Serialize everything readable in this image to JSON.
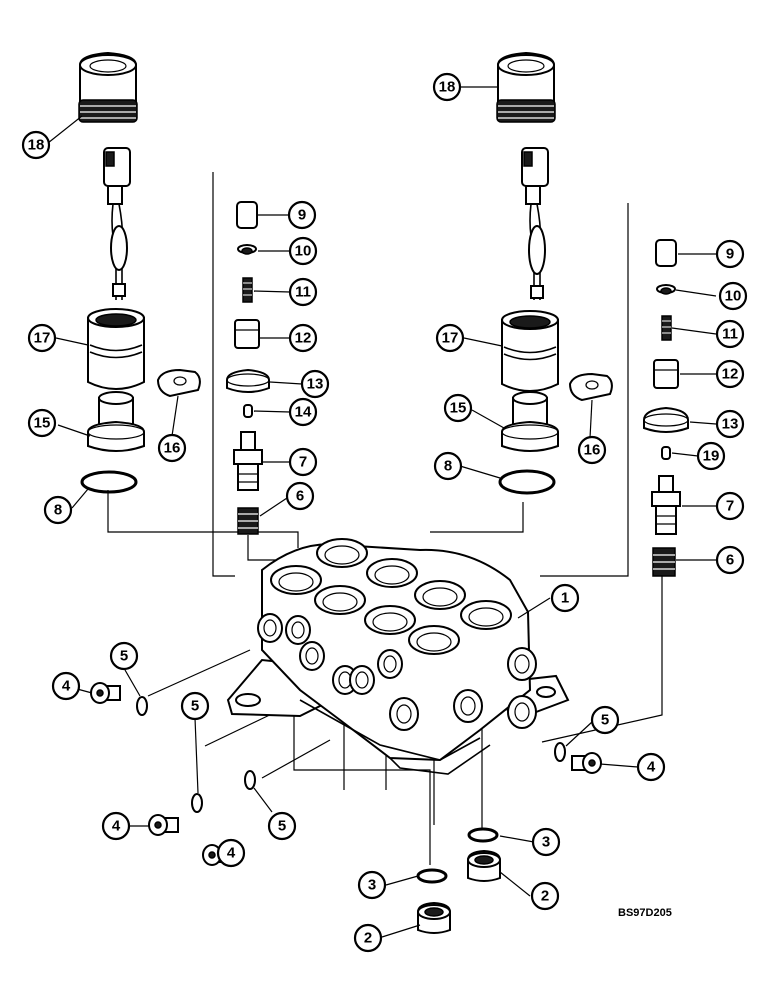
{
  "figure_code": "BS97D205",
  "callouts": {
    "c18a": "18",
    "c18b": "18",
    "c17a": "17",
    "c17b": "17",
    "c16a": "16",
    "c16b": "16",
    "c15a": "15",
    "c15b": "15",
    "c14": "14",
    "c19": "19",
    "c13a": "13",
    "c13b": "13",
    "c12a": "12",
    "c12b": "12",
    "c11a": "11",
    "c11b": "11",
    "c10a": "10",
    "c10b": "10",
    "c9a": "9",
    "c9b": "9",
    "c8a": "8",
    "c8b": "8",
    "c7a": "7",
    "c7b": "7",
    "c6a": "6",
    "c6b": "6",
    "c1": "1",
    "c5a": "5",
    "c5b": "5",
    "c5c": "5",
    "c5d": "5",
    "c4a": "4",
    "c4b": "4",
    "c4c": "4",
    "c4d": "4",
    "c3a": "3",
    "c3b": "3",
    "c2a": "2",
    "c2b": "2"
  }
}
